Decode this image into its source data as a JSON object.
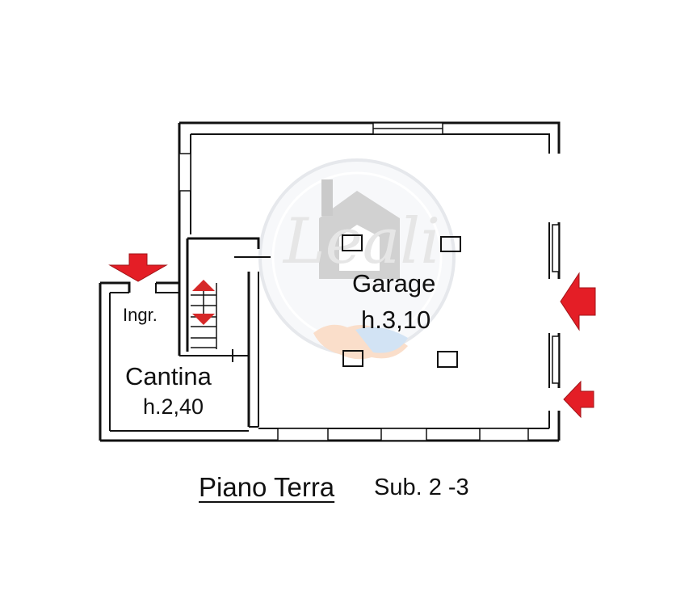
{
  "rooms": {
    "garage": {
      "name": "Garage",
      "height": "h.3,10"
    },
    "entrance": {
      "name": "Ingr."
    },
    "cellar": {
      "name": "Cantina",
      "height": "h.2,40"
    }
  },
  "footer": {
    "floor": "Piano Terra",
    "sub": "Sub. 2 -3"
  },
  "watermark": {
    "text": "Leali",
    "icon": "house-handshake-logo"
  },
  "colors": {
    "wall": "#111111",
    "arrow": "#e41e26",
    "stair_arrow": "#d62828"
  },
  "icons": [
    "access-arrow-icon",
    "stair-arrow-icon",
    "pillar-icon"
  ]
}
